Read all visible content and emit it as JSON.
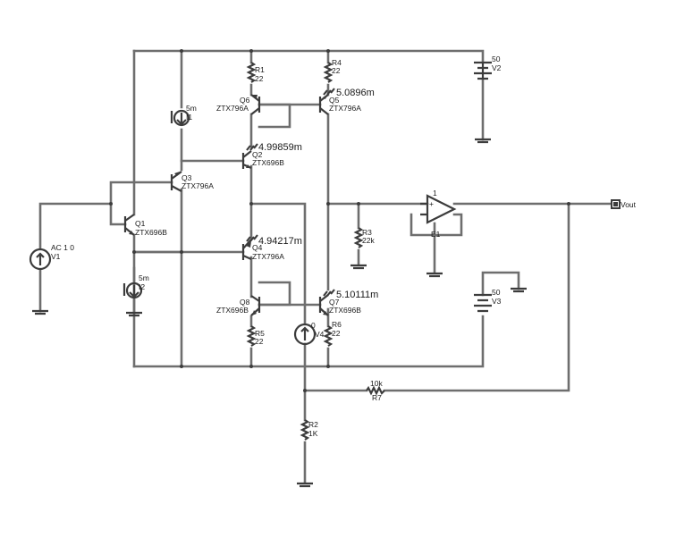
{
  "components": {
    "R1": {
      "ref": "R1",
      "value": "22"
    },
    "R4": {
      "ref": "R4",
      "value": "22"
    },
    "R5": {
      "ref": "R5",
      "value": "22"
    },
    "R6": {
      "ref": "R6",
      "value": "22"
    },
    "R3": {
      "ref": "R3",
      "value": "22k"
    },
    "R2": {
      "ref": "R2",
      "value": "1K"
    },
    "R7": {
      "ref": "R7",
      "value": "10k"
    },
    "V1": {
      "ref": "V1",
      "value": "AC 1 0"
    },
    "V2": {
      "ref": "V2",
      "value": "50"
    },
    "V3": {
      "ref": "V3",
      "value": "50"
    },
    "V4": {
      "ref": "V4",
      "value": "0"
    },
    "I1": {
      "ref": "I1",
      "value": "5m"
    },
    "I2": {
      "ref": "I2",
      "value": "5m"
    },
    "Q1": {
      "ref": "Q1",
      "model": "ZTX696B"
    },
    "Q2": {
      "ref": "Q2",
      "model": "ZTX696B"
    },
    "Q3": {
      "ref": "Q3",
      "model": "ZTX796A"
    },
    "Q4": {
      "ref": "Q4",
      "model": "ZTX796A"
    },
    "Q5": {
      "ref": "Q5",
      "model": "ZTX796A"
    },
    "Q6": {
      "ref": "Q6",
      "model": "ZTX796A"
    },
    "Q7": {
      "ref": "Q7",
      "model": "ZTX696B"
    },
    "Q8": {
      "ref": "Q8",
      "model": "ZTX696B"
    },
    "E1": {
      "ref": "E1",
      "gain": "1"
    }
  },
  "probes": {
    "q5": "5.0896m",
    "q2": "4.99859m",
    "q4": "4.94217m",
    "q7": "5.10111m"
  },
  "ports": {
    "out": "Vout"
  }
}
